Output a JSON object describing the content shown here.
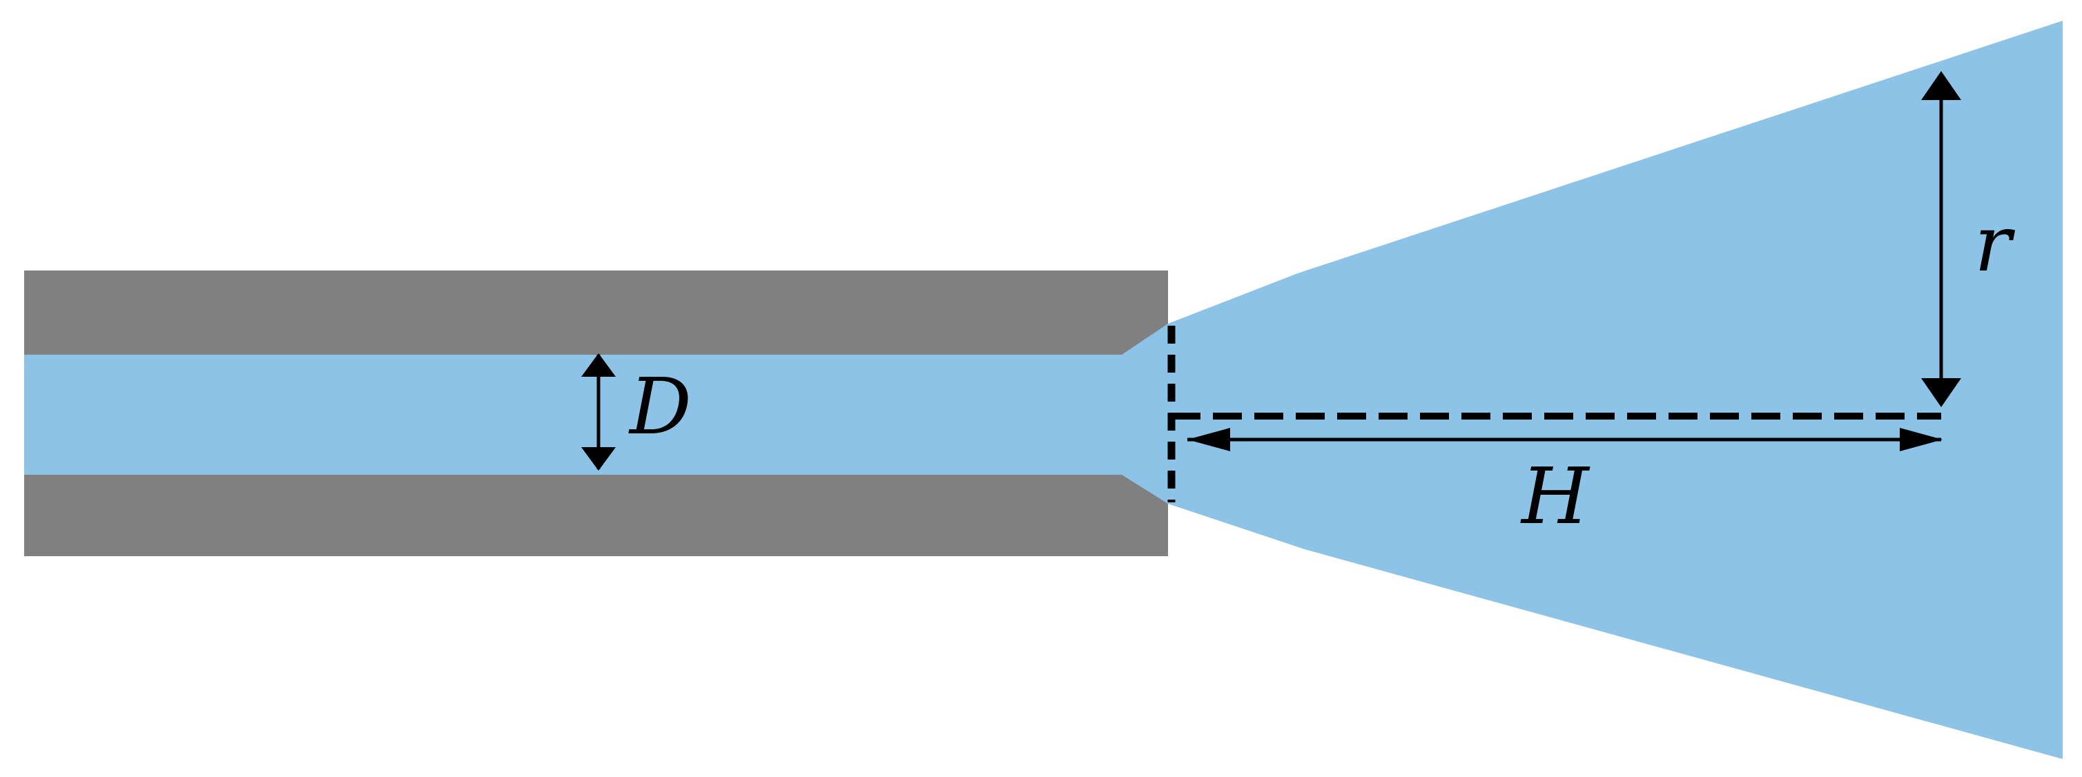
{
  "diagram": {
    "labels": {
      "diameter": "D",
      "radius": "r",
      "height": "H"
    },
    "colors": {
      "fluid": "#8dc3e6",
      "wall": "#808080",
      "line": "#000000",
      "background": "#ffffff"
    }
  }
}
